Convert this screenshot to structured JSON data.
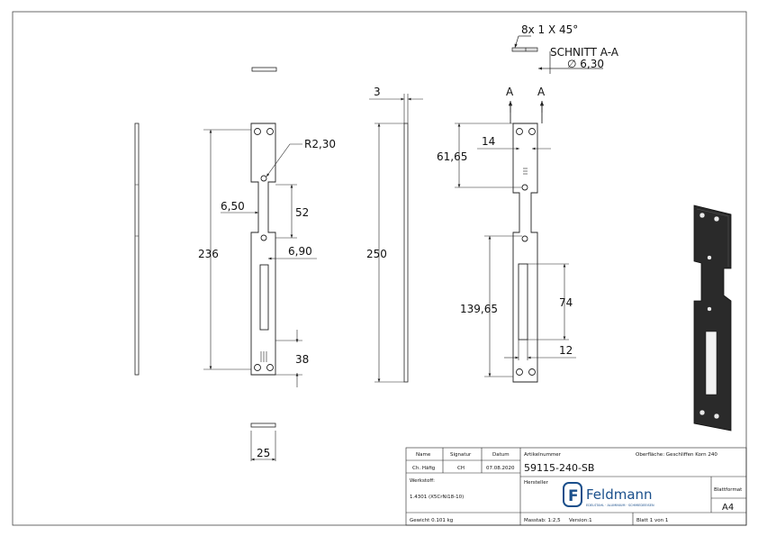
{
  "dimensions": {
    "chamfer": "8x 1 X 45°",
    "section_title": "SCHNITT A-A",
    "section_diameter": "∅ 6,30",
    "section_mark_left": "A",
    "section_mark_right": "A",
    "thickness": "3",
    "radius": "R2,30",
    "width_650": "6,50",
    "height_52": "52",
    "width_690": "6,90",
    "length_236": "236",
    "length_250": "250",
    "height_38": "38",
    "width_25": "25",
    "width_14": "14",
    "height_6165": "61,65",
    "height_13965": "139,65",
    "height_74": "74",
    "width_12": "12"
  },
  "title_block": {
    "name_header": "Name",
    "signature_header": "Signatur",
    "date_header": "Datum",
    "drawn_by": "Ch. Häfig",
    "signature": "CH",
    "date": "07.08.2020",
    "material_label": "Werkstoff:",
    "material_value": "1.4301 (X5CrNi18-10)",
    "weight": "Gewicht 0.101 kg",
    "article_label": "Artikelnummer",
    "surface": "Oberfläche: Geschliffen Korn 240",
    "article_number": "59115-240-SB",
    "manufacturer_label": "Hersteller",
    "company_name": "Feldmann",
    "company_tagline": "EDELSTAHL · ALUMINIUM · SCHMIEDEEISEN",
    "logo_letter": "F",
    "scale": "Masstab: 1:2,5",
    "version": "Version:1",
    "sheet": "Blatt 1 von 1",
    "format_label": "Blattformat",
    "format_value": "A4"
  },
  "colors": {
    "line": "#222222",
    "brand": "#1a4f8b",
    "render_dark": "#2a2a2a"
  }
}
